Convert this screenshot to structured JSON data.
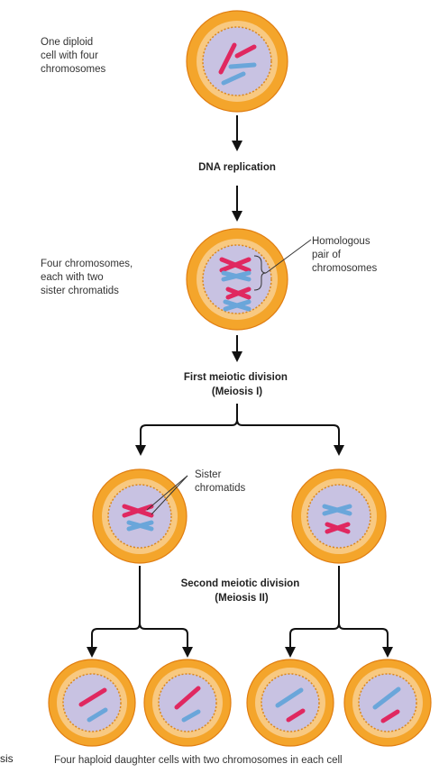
{
  "colors": {
    "cell_outer": "#f4a52b",
    "cell_outer_edge": "#e07e12",
    "cell_inner": "#f8c981",
    "nucleus": "#c8c2e2",
    "nucleus_edge": "#d9861e",
    "chromosome_red": "#e02860",
    "chromosome_blue": "#6aa6da",
    "arrow": "#111111"
  },
  "labels": {
    "diploid_cell": [
      "One diploid",
      "cell with four",
      "chromosomes"
    ],
    "dna_replication": "DNA replication",
    "four_chromosomes": [
      "Four chromosomes,",
      "each with two",
      "sister chromatids"
    ],
    "homologous_pair": [
      "Homologous",
      "pair of",
      "chromosomes"
    ],
    "meiosis_one": [
      "First meiotic division",
      "(Meiosis I)"
    ],
    "sister_chromatids": [
      "Sister",
      "chromatids"
    ],
    "meiosis_two": [
      "Second meiotic division",
      "(Meiosis II)"
    ],
    "daughter_cells": "Four haploid daughter cells with two chromosomes in each cell",
    "cut_fragment": "sis"
  },
  "icons": {
    "arrow": "down-arrow-icon",
    "bracket": "curly-bracket-icon"
  }
}
